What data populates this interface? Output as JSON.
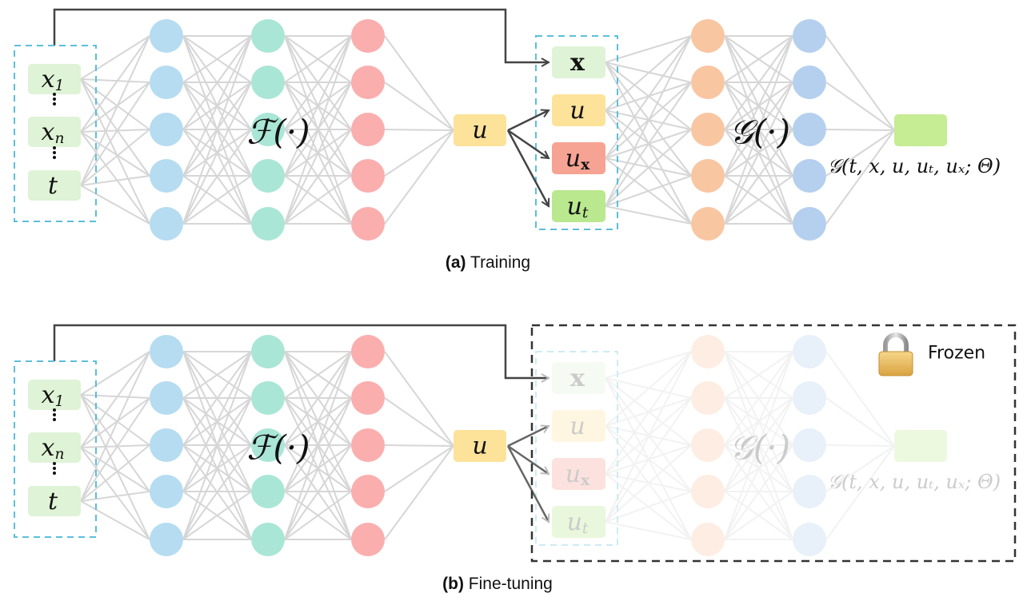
{
  "figure": {
    "panels": [
      {
        "id": "training",
        "caption_tag": "(a)",
        "caption_text": "Training",
        "frozen": false,
        "inputs": [
          {
            "main": "x",
            "sub": "1"
          },
          {
            "main": "x",
            "sub": "n"
          },
          {
            "main": "t",
            "sub": ""
          }
        ],
        "encoder_label": "ℱ(·)",
        "latent_label": "u",
        "features": [
          {
            "main": "x",
            "sub": "",
            "bold": true,
            "color": "#dff3d6"
          },
          {
            "main": "u",
            "sub": "",
            "bold": false,
            "color": "#fde29a"
          },
          {
            "main": "u",
            "sub": "x",
            "bold": false,
            "color": "#f7a393"
          },
          {
            "main": "u",
            "sub": "t",
            "bold": false,
            "color": "#b9e88e"
          }
        ],
        "decoder_label": "𝒢(·)",
        "output_label": "𝒢(t, x, u, uₜ, uₓ; Θ)"
      },
      {
        "id": "fine-tuning",
        "caption_tag": "(b)",
        "caption_text": "Fine-tuning",
        "frozen": true,
        "frozen_label": "Frozen",
        "frozen_icon": "lock-icon",
        "inputs": [
          {
            "main": "x",
            "sub": "1"
          },
          {
            "main": "x",
            "sub": "n"
          },
          {
            "main": "t",
            "sub": ""
          }
        ],
        "encoder_label": "ℱ(·)",
        "latent_label": "u",
        "features": [
          {
            "main": "x",
            "sub": "",
            "bold": true,
            "color": "#dff3d6"
          },
          {
            "main": "u",
            "sub": "",
            "bold": false,
            "color": "#fde29a"
          },
          {
            "main": "u",
            "sub": "x",
            "bold": false,
            "color": "#f7a393"
          },
          {
            "main": "u",
            "sub": "t",
            "bold": false,
            "color": "#b9e88e"
          }
        ],
        "decoder_label": "𝒢(·)",
        "output_label": "𝒢(t, x, u, uₜ, uₓ; Θ)"
      }
    ],
    "colors": {
      "input_box": "#dff3d6",
      "input_group_border": "#5bbfdc",
      "layer1": "#b5dcf1",
      "layer2": "#a9e6d5",
      "layer3": "#fbaeae",
      "layer4": "#f9c6a2",
      "layer5": "#b5d0ee",
      "latent_box": "#fde29a",
      "output_box": "#c6ec94",
      "edge": "#d6d6d6",
      "arrow": "#444444",
      "frozen_border": "#333333",
      "faded_text": "#aaaaaa"
    }
  }
}
